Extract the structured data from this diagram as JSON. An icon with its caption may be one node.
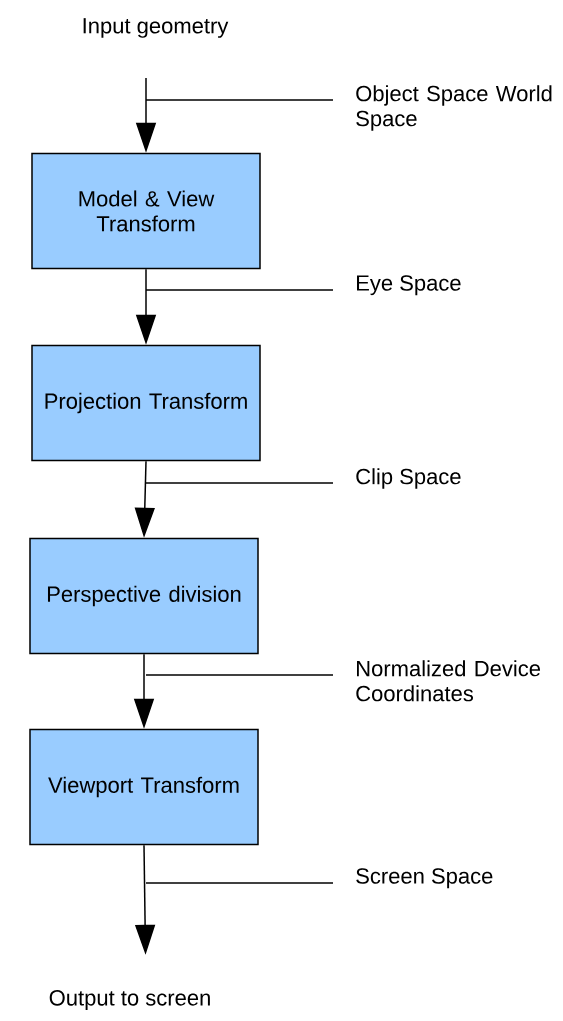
{
  "diagram": {
    "nodes": [
      {
        "text": [
          "Input geometry"
        ]
      },
      {
        "text": [
          "Model & View Transform"
        ]
      },
      {
        "text": [
          "Projection Transform"
        ]
      },
      {
        "text": [
          "Perspective division"
        ]
      },
      {
        "text": [
          "Viewport Transform"
        ]
      },
      {
        "text": [
          "Output to screen"
        ]
      },
      {
        "text": [
          "Object Space World Space"
        ]
      },
      {
        "text": [
          "Eye Space"
        ]
      },
      {
        "text": [
          "Clip Space"
        ]
      },
      {
        "text": [
          "Normalized Device Coordinates"
        ]
      },
      {
        "text": [
          "Screen Space"
        ]
      }
    ],
    "edges": [
      {
        "from": 0,
        "to": 1,
        "arrow": "to"
      },
      {
        "from": 1,
        "to": 2,
        "arrow": "to"
      },
      {
        "from": 2,
        "to": 3,
        "arrow": "to"
      },
      {
        "from": 3,
        "to": 4,
        "arrow": "to"
      },
      {
        "from": 4,
        "to": 5,
        "arrow": "to"
      },
      {
        "from": 6,
        "to": null,
        "arrow": "none"
      },
      {
        "from": 7,
        "to": null,
        "arrow": "none"
      },
      {
        "from": 8,
        "to": null,
        "arrow": "none"
      },
      {
        "from": 9,
        "to": null,
        "arrow": "none"
      },
      {
        "from": 10,
        "to": null,
        "arrow": "none"
      }
    ]
  }
}
